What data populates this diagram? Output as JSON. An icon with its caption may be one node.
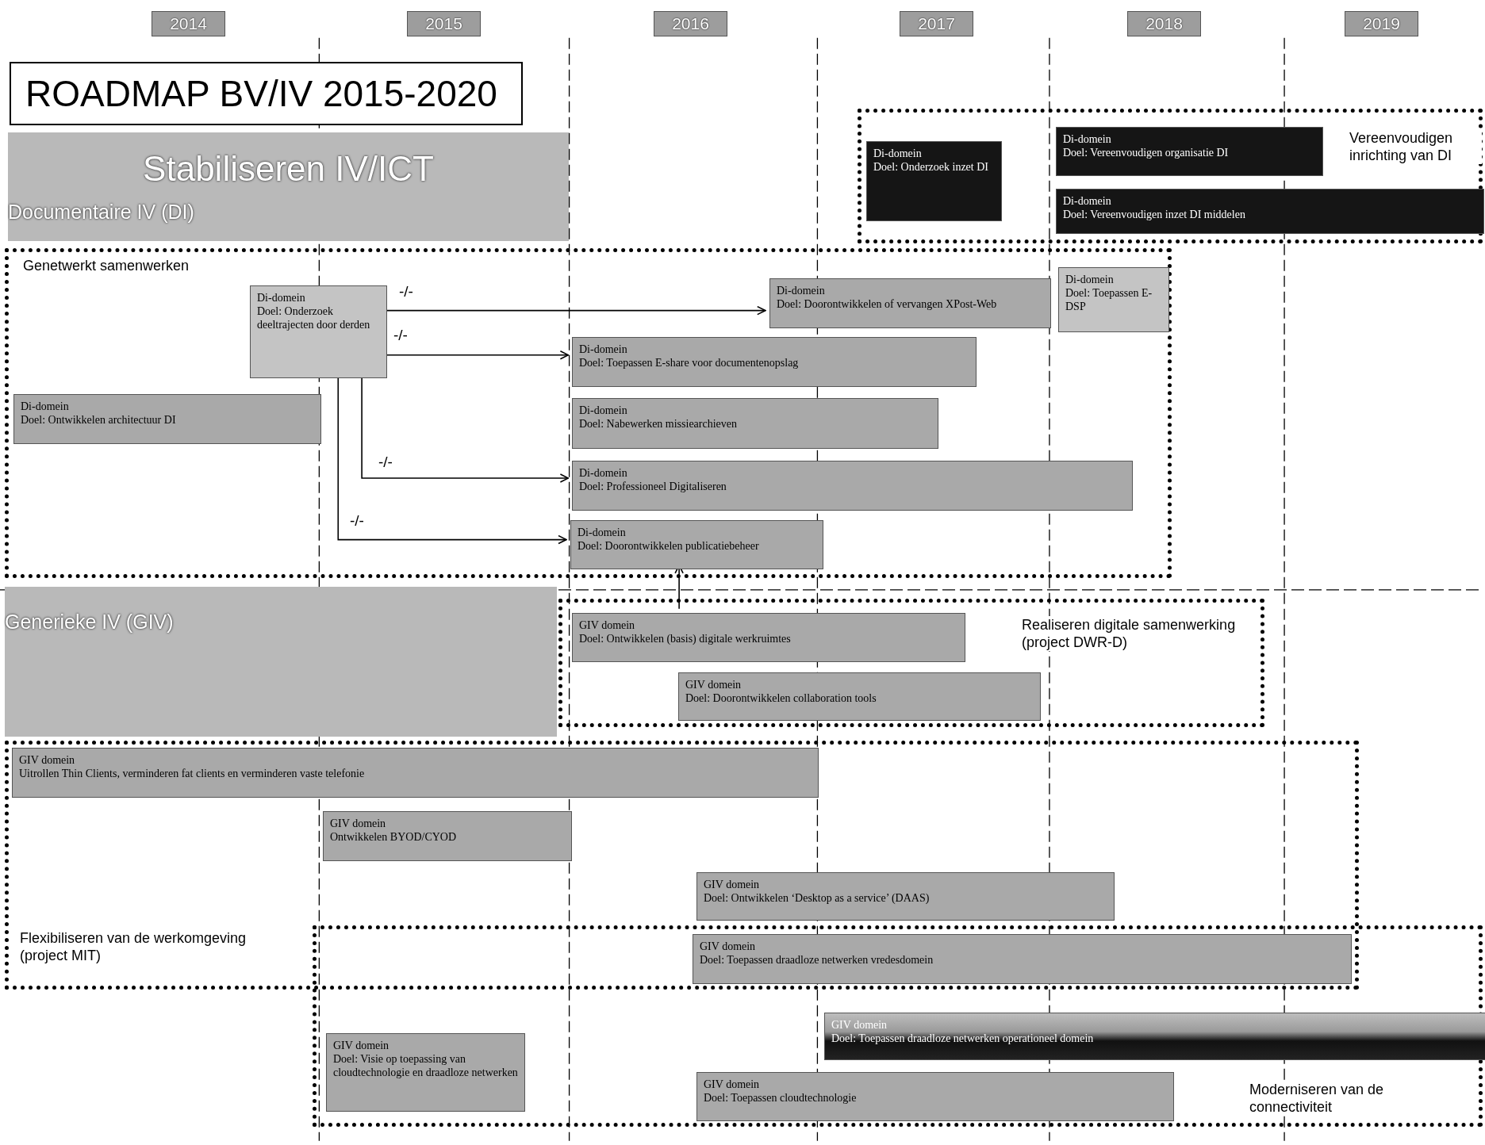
{
  "diagram": {
    "title": "ROADMAP BV/IV 2015-2020",
    "nodes": [
      {
        "text": [
          "Stabiliseren IV/ICT",
          "Documentaire IV (DI)"
        ]
      },
      {
        "text": [
          "Vereenvoudigen inrichting van DI"
        ]
      },
      {
        "text": [
          "Di-domein",
          "Doel: Onderzoek inzet DI"
        ],
        "in": 1
      },
      {
        "text": [
          "Di-domein",
          "Doel: Vereenvoudigen organisatie DI"
        ],
        "in": 1
      },
      {
        "text": [
          "Di-domein",
          "Doel: Vereenvoudigen inzet DI middelen"
        ],
        "in": 1
      },
      {
        "text": [
          "Genetwerkt samenwerken"
        ]
      },
      {
        "text": [
          "Di-domein",
          "Doel: Onderzoek deeltrajecten door derden"
        ],
        "in": 5
      },
      {
        "text": [
          "Di-domein",
          "Doel: Doorontwikkelen of vervangen XPost-Web"
        ],
        "in": 5
      },
      {
        "text": [
          "Di-domein",
          "Doel: Toepassen E-DSP"
        ],
        "in": 5
      },
      {
        "text": [
          "Di-domein",
          "Doel: Toepassen E-share voor documentenopslag"
        ],
        "in": 5
      },
      {
        "text": [
          "Di-domein",
          "Doel: Ontwikkelen architectuur DI"
        ],
        "in": 5
      },
      {
        "text": [
          "Di-domein",
          "Doel: Nabewerken missiearchieven"
        ],
        "in": 5
      },
      {
        "text": [
          "Di-domein",
          "Doel: Professioneel Digitaliseren"
        ],
        "in": 5
      },
      {
        "text": [
          "Di-domein",
          "Doel: Doorontwikkelen publicatiebeheer"
        ],
        "in": 5
      },
      {
        "text": [
          "Generieke IV (GIV)"
        ]
      },
      {
        "text": [
          "Realiseren digitale samenwerking (project DWR-D)"
        ]
      },
      {
        "text": [
          "GIV domein",
          "Doel: Ontwikkelen (basis) digitale werkruimtes"
        ],
        "in": 15
      },
      {
        "text": [
          "GIV domein",
          "Doel: Doorontwikkelen collaboration tools"
        ],
        "in": 15
      },
      {
        "text": [
          "Flexibiliseren van de werkomgeving (project MIT)"
        ]
      },
      {
        "text": [
          "GIV domein",
          "Uitrollen Thin Clients, verminderen fat clients en verminderen vaste telefonie"
        ],
        "in": 18
      },
      {
        "text": [
          "GIV domein",
          "Ontwikkelen BYOD/CYOD"
        ],
        "in": 18
      },
      {
        "text": [
          "GIV domein",
          "Doel: Ontwikkelen ‘Desktop as a service’ (DAAS)"
        ],
        "in": 18
      },
      {
        "text": [
          "GIV domein",
          "Doel: Toepassen draadloze netwerken vredesdomein"
        ]
      },
      {
        "text": [
          "Moderniseren van de connectiviteit"
        ]
      },
      {
        "text": [
          "GIV domein",
          "Doel: Visie op toepassing van cloudtechnologie en draadloze netwerken"
        ],
        "in": 23
      },
      {
        "text": [
          "GIV domein",
          "Doel: Toepassen draadloze netwerken operationeel domein"
        ],
        "in": 23
      },
      {
        "text": [
          "GIV domein",
          "Doel: Toepassen cloudtechnologie"
        ],
        "in": 23
      }
    ],
    "edges": [
      {
        "from": 6,
        "to": 7,
        "arrow": "to",
        "label": "-/-"
      },
      {
        "from": 6,
        "to": 9,
        "arrow": "to",
        "label": "-/-"
      },
      {
        "from": 6,
        "to": 12,
        "arrow": "to",
        "label": "-/-"
      },
      {
        "from": 6,
        "to": 13,
        "arrow": "to",
        "label": "-/-"
      },
      {
        "from": 16,
        "to": 13,
        "arrow": "to"
      }
    ],
    "labels": [
      "2014",
      "2015",
      "2016",
      "2017",
      "2018",
      "2019"
    ]
  }
}
